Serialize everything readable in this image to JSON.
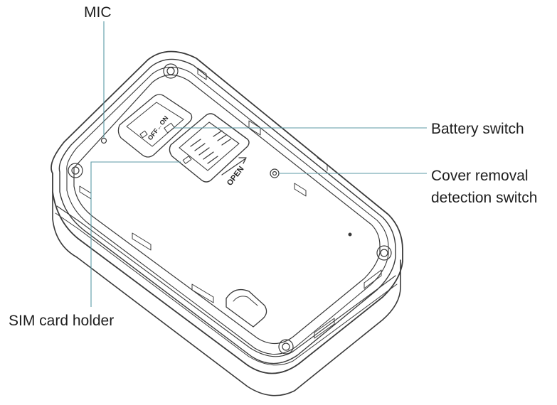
{
  "labels": {
    "mic": "MIC",
    "battery_switch": "Battery switch",
    "cover_detection_line1": "Cover removal",
    "cover_detection_line2": "detection switch",
    "sim_holder": "SIM card holder"
  },
  "device_markings": {
    "off_on": "OFF←ON",
    "open": "OPEN"
  },
  "colors": {
    "outline": "#3a3a3a",
    "leader_line": "#5b9aa6",
    "text": "#1e1e1e"
  }
}
